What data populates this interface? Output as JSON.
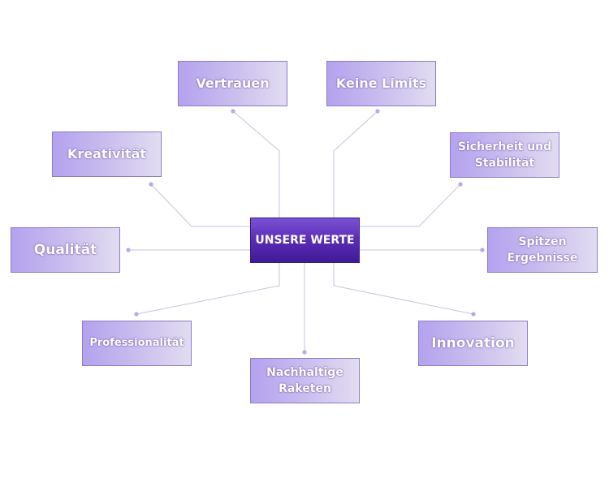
{
  "diagram": {
    "center": {
      "label": "UNSERE WERTE"
    },
    "values": [
      {
        "id": "vertrauen",
        "lines": [
          "Vertrauen"
        ]
      },
      {
        "id": "keine-limits",
        "lines": [
          "Keine Limits"
        ]
      },
      {
        "id": "kreativitaet",
        "lines": [
          "Kreativität"
        ]
      },
      {
        "id": "sicherheit",
        "lines": [
          "Sicherheit und",
          "Stabilität"
        ]
      },
      {
        "id": "qualitaet",
        "lines": [
          "Qualität"
        ]
      },
      {
        "id": "spitzen",
        "lines": [
          "Spitzen",
          "Ergebnisse"
        ]
      },
      {
        "id": "professionalitaet",
        "lines": [
          "Professionalität"
        ]
      },
      {
        "id": "innovation",
        "lines": [
          "Innovation"
        ]
      },
      {
        "id": "nachhaltige",
        "lines": [
          "Nachhaltige",
          "Raketen"
        ]
      }
    ],
    "colors": {
      "center_fill": "#5a2cb8",
      "node_fill": "#b4a2ee",
      "node_border": "#8e7cc3",
      "connector": "#c9c2dc",
      "dot": "#b9a8ea"
    }
  }
}
